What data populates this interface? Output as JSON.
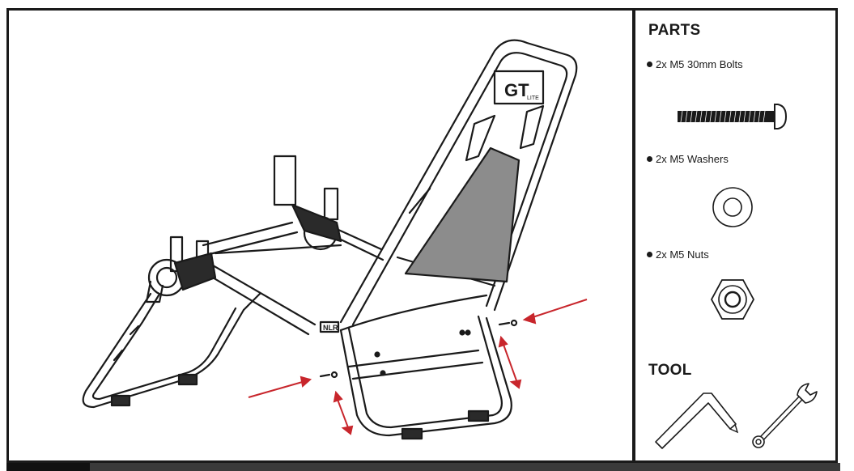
{
  "parts": {
    "title": "PARTS",
    "items": [
      {
        "label": "2x M5 30mm Bolts",
        "icon": "bolt-icon"
      },
      {
        "label": "2x M5 Washers",
        "icon": "washer-icon"
      },
      {
        "label": "2x M5 Nuts",
        "icon": "nut-icon"
      }
    ]
  },
  "tools": {
    "title": "TOOL",
    "items": [
      {
        "icon": "allen-key-icon"
      },
      {
        "icon": "wrench-icon"
      }
    ]
  },
  "diagram": {
    "seat_logo": "GT",
    "seat_logo_small": "LITE",
    "brand_tag": "NLR"
  },
  "colors": {
    "arrow": "#c8262c",
    "line": "#1a1a1a",
    "seat_mesh": "#8c8c8c",
    "frame_border": "#1a1a1a"
  }
}
